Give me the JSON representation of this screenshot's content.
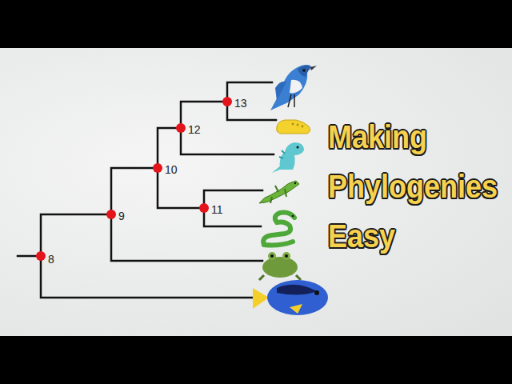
{
  "diagram": {
    "title": "Making Phylogenies Easy",
    "labels": [
      "8",
      "9",
      "10",
      "11",
      "12",
      "13"
    ]
  }
}
